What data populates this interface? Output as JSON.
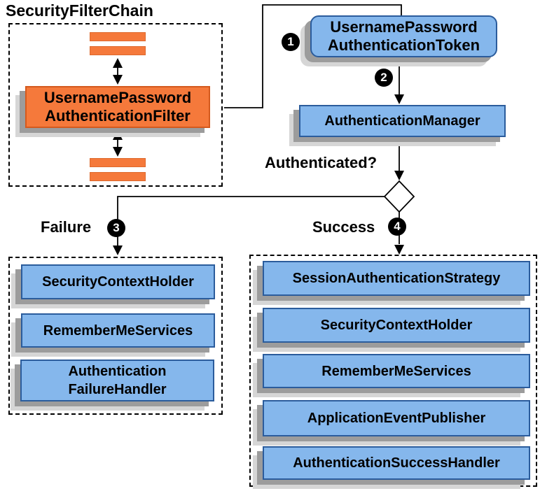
{
  "header": {
    "title": "SecurityFilterChain"
  },
  "filter_chain": {
    "filter_label": "UsernamePassword\nAuthenticationFilter"
  },
  "flow": {
    "token_label": "UsernamePassword\nAuthenticationToken",
    "manager_label": "AuthenticationManager",
    "question_label": "Authenticated?",
    "step1": "1",
    "step2": "2",
    "step3": "3",
    "step4": "4",
    "failure_label": "Failure",
    "success_label": "Success"
  },
  "failure_branch": {
    "items": [
      "SecurityContextHolder",
      "RememberMeServices",
      "Authentication\nFailureHandler"
    ]
  },
  "success_branch": {
    "items": [
      "SessionAuthenticationStrategy",
      "SecurityContextHolder",
      "RememberMeServices",
      "ApplicationEventPublisher",
      "AuthenticationSuccessHandler"
    ]
  },
  "colors": {
    "box_blue_fill": "#85b7ec",
    "box_blue_border": "#2b5c9c",
    "box_orange_fill": "#f5793b",
    "box_orange_border": "#d45a1e",
    "shadow_dark": "#9c9c9c",
    "shadow_light": "#d6d6d6",
    "line_black": "#000000"
  }
}
